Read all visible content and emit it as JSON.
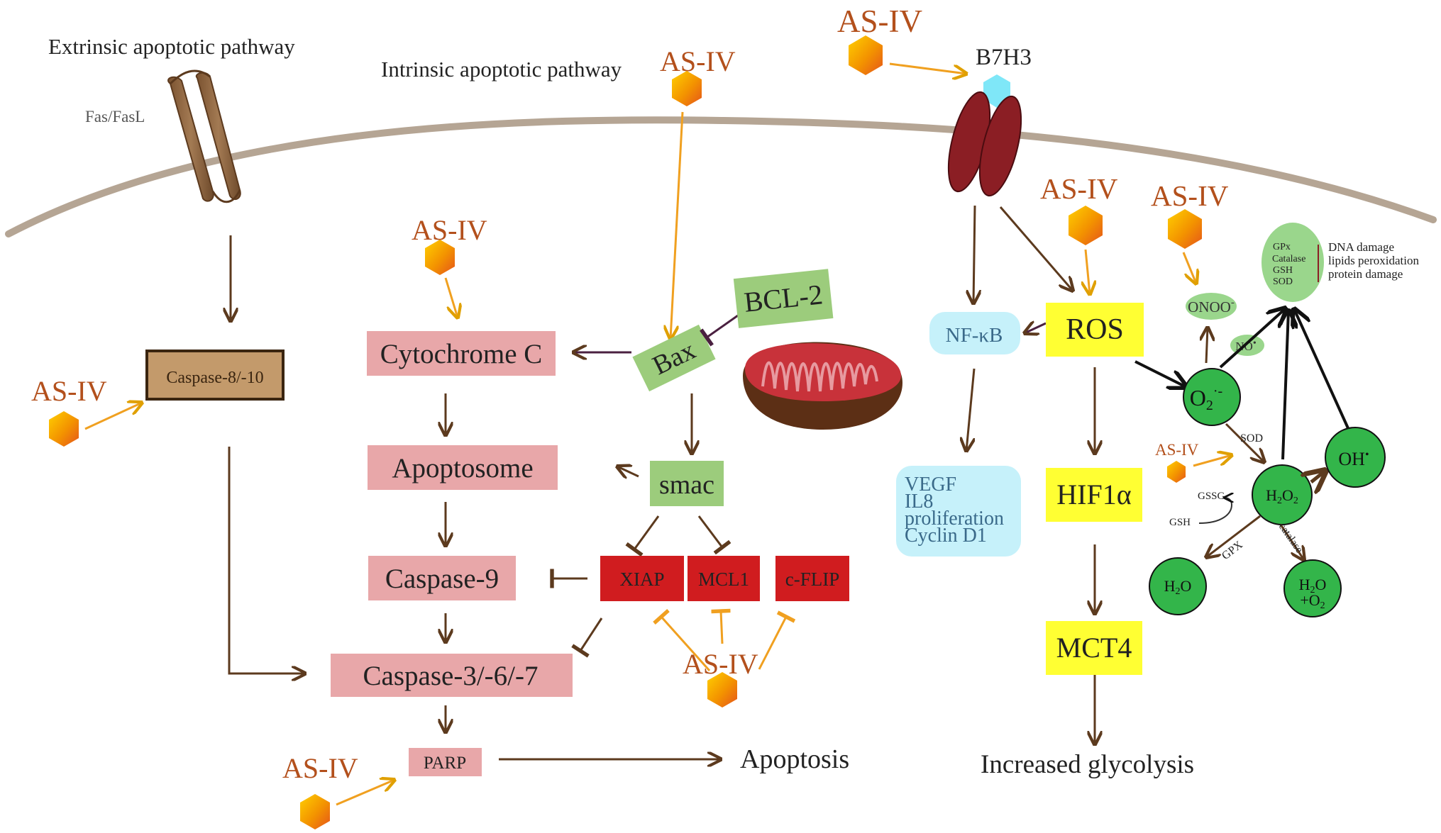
{
  "extrinsic": {
    "title": "Extrinsic apoptotic pathway",
    "receptor_label": "Fas/FasL",
    "caspase8": "Caspase-8/-10"
  },
  "intrinsic": {
    "title": "Intrinsic apoptotic pathway",
    "cytochrome": "Cytochrome C",
    "apoptosome": "Apoptosome",
    "caspase9": "Caspase-9",
    "caspase3": "Caspase-3/-6/-7",
    "parp": "PARP",
    "apoptosis": "Apoptosis",
    "bax": "Bax",
    "bcl2": "BCL-2",
    "smac": "smac",
    "xiap": "XIAP",
    "mcl1": "MCL1",
    "cflip": "c-FLIP"
  },
  "b7h3": {
    "label": "B7H3",
    "nfkb": "NF-κB",
    "nfkb_targets": [
      "VEGF",
      "IL8",
      "proliferation",
      "Cyclin D1"
    ],
    "ros": "ROS",
    "hif": "HIF1α",
    "mct4": "MCT4",
    "glycolysis": "Increased glycolysis"
  },
  "ros_branch": {
    "onoo": "ONOO",
    "onoo_sup": "-",
    "no": "NO",
    "o2": "O",
    "o2_sub": "2",
    "o2_sup": "·-",
    "oh": "OH",
    "h2o2": "H",
    "h2o2_sub1": "2",
    "h2o2_mid": "O",
    "h2o2_sub2": "2",
    "h2o": "H",
    "h2o_sub": "2",
    "h2o_end": "O",
    "h2o_o2_line1": "H",
    "h2o_o2_line1_sub": "2",
    "h2o_o2_line1_end": "O",
    "h2o_o2_line2": "+O",
    "h2o_o2_line2_sub": "2",
    "sod": "SOD",
    "gssg": "GSSG",
    "gsh": "GSH",
    "gpx": "GPX",
    "catalase": "catalase",
    "antioxidants": [
      "GPx",
      "Catalase",
      "GSH",
      "SOD"
    ],
    "damage": [
      "DNA damage",
      "lipids peroxidation",
      "protein damage"
    ]
  },
  "asiv": "AS-IV",
  "colors": {
    "brown": "#5c3a1e",
    "membrane": "#b5a594",
    "pink_box": "#e8a7a9",
    "green_box": "#9ccc7c",
    "red_box": "#d01c1f",
    "yellow_box": "#ffff33",
    "cyan_box": "#c6f1fa",
    "green_circle": "#33b54a",
    "orange": "#f39200",
    "as_iv_text": "#b3501c"
  }
}
